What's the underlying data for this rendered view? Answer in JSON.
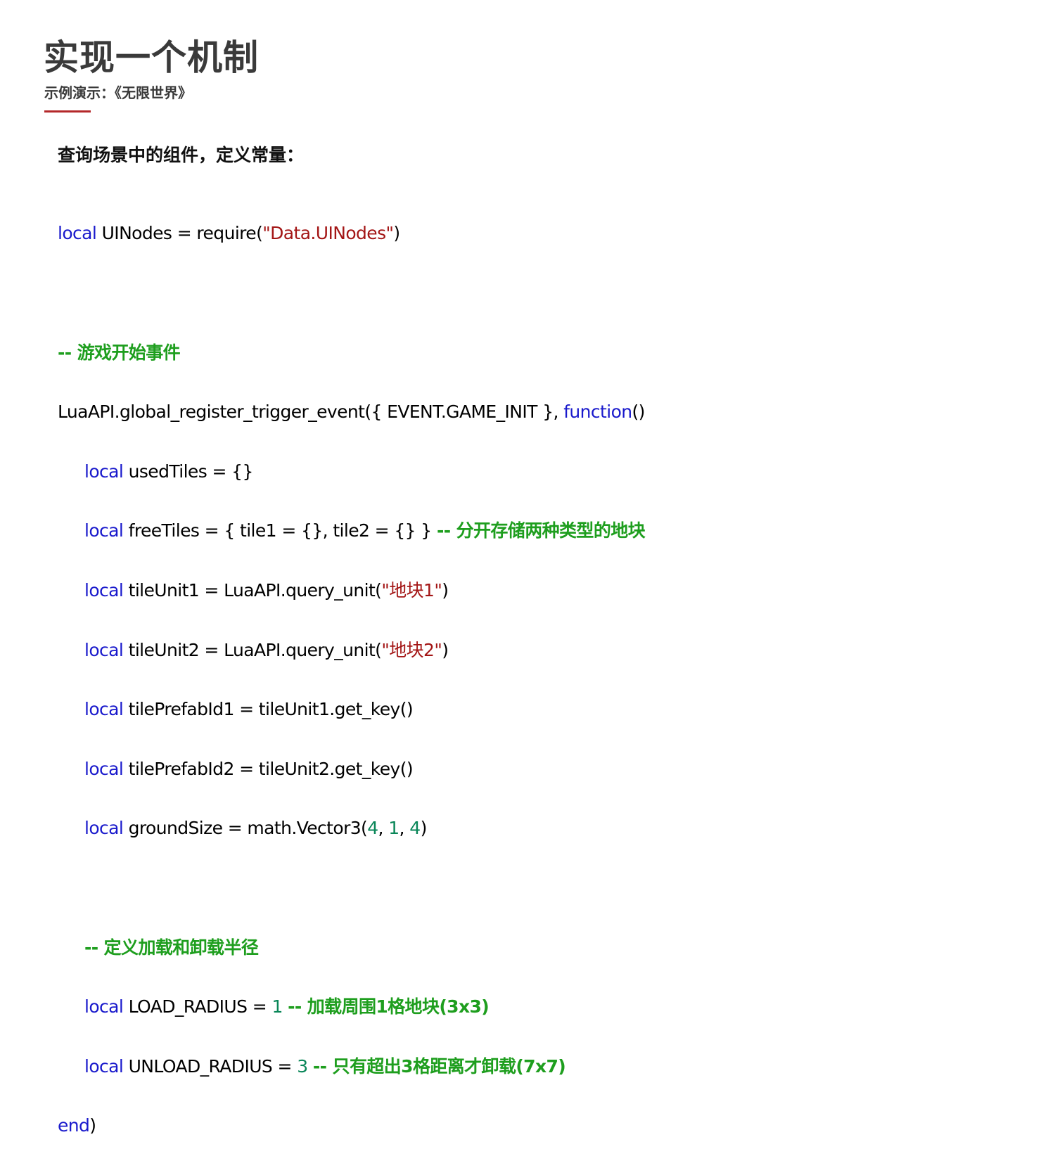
{
  "slide": {
    "title": "实现一个机制",
    "subtitle": "示例演示：《无限世界》",
    "accent_color": "#b4282a",
    "heading": "查询场景中的组件，定义常量："
  },
  "code": {
    "l1": {
      "kw": "local",
      "a": " UINodes = require(",
      "s": "\"Data.UINodes\"",
      "b": ")"
    },
    "l3": {
      "cm": "-- 游戏开始事件"
    },
    "l4": {
      "a": "LuaAPI.global_register_trigger_event({ EVENT.GAME_INIT }, ",
      "kw": "function",
      "b": "()"
    },
    "l5": {
      "kw": "local",
      "a": " usedTiles = {}"
    },
    "l6": {
      "kw": "local",
      "a": " freeTiles = { tile1 = {}, tile2 = {} } ",
      "cm": "-- 分开存储两种类型的地块"
    },
    "l7": {
      "kw": "local",
      "a": " tileUnit1 = LuaAPI.query_unit(",
      "s": "\"地块1\"",
      "b": ")"
    },
    "l8": {
      "kw": "local",
      "a": " tileUnit2 = LuaAPI.query_unit(",
      "s": "\"地块2\"",
      "b": ")"
    },
    "l9": {
      "kw": "local",
      "a": " tilePrefabId1 = tileUnit1.get_key()"
    },
    "l10": {
      "kw": "local",
      "a": " tilePrefabId2 = tileUnit2.get_key()"
    },
    "l11": {
      "kw": "local",
      "a": " groundSize = math.Vector3(",
      "n1": "4",
      "c1": ", ",
      "n2": "1",
      "c2": ", ",
      "n3": "4",
      "b": ")"
    },
    "l13": {
      "cm": "-- 定义加载和卸载半径"
    },
    "l14": {
      "kw": "local",
      "a": " LOAD_RADIUS = ",
      "n": "1",
      "sp": " ",
      "cm": "-- 加载周围1格地块(3x3)"
    },
    "l15": {
      "kw": "local",
      "a": " UNLOAD_RADIUS = ",
      "n": "3",
      "sp": " ",
      "cm": "-- 只有超出3格距离才卸载(7x7)"
    },
    "l16": {
      "kw": "end",
      "b": ")"
    }
  }
}
